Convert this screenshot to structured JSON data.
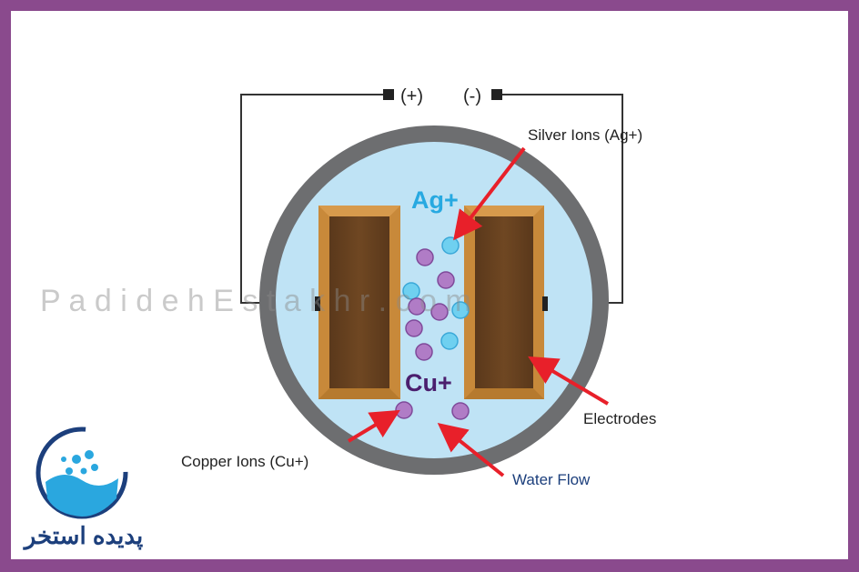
{
  "diagram": {
    "terminals": {
      "positive": "(+)",
      "negative": "(-)"
    },
    "ion_labels": {
      "silver_symbol": "Ag+",
      "copper_symbol": "Cu+"
    },
    "callouts": {
      "silver_ions": "Silver Ions (Ag+)",
      "copper_ions": "Copper Ions (Cu+)",
      "electrodes": "Electrodes",
      "water_flow": "Water Flow"
    },
    "watermark": "P a d i d e h E s t a k h r . c o m",
    "logo": {
      "text": "پدیده استخر",
      "icon": "water-splash-logo-icon"
    },
    "colors": {
      "border": "#8a4a8d",
      "ring": "#6d6e70",
      "water": "#bfe3f5",
      "electrode_outer": "#c8893a",
      "electrode_inner": "#6b4321",
      "silver_ion": "#6fd0f0",
      "copper_ion": "#b07cc6",
      "arrow": "#e8202a",
      "silver_label": "#27a9e1",
      "copper_label": "#4b1f6e",
      "water_flow_label": "#1c3f7c"
    }
  }
}
